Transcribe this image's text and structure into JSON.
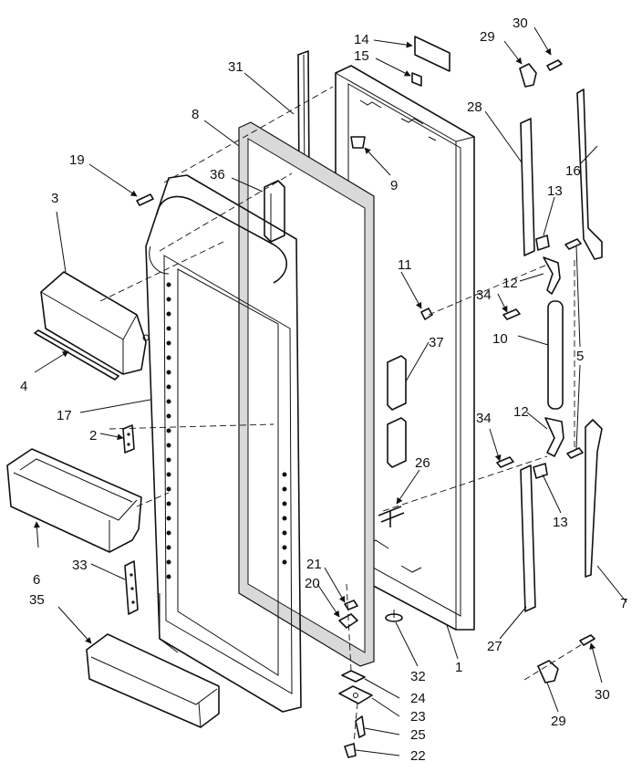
{
  "diagram": {
    "callouts": [
      {
        "id": "c1",
        "text": "1"
      },
      {
        "id": "c2",
        "text": "2"
      },
      {
        "id": "c3",
        "text": "3"
      },
      {
        "id": "c4",
        "text": "4"
      },
      {
        "id": "c5",
        "text": "5"
      },
      {
        "id": "c6",
        "text": "6"
      },
      {
        "id": "c7",
        "text": "7"
      },
      {
        "id": "c8",
        "text": "8"
      },
      {
        "id": "c9",
        "text": "9"
      },
      {
        "id": "c10",
        "text": "10"
      },
      {
        "id": "c11",
        "text": "11"
      },
      {
        "id": "c12a",
        "text": "12"
      },
      {
        "id": "c12b",
        "text": "12"
      },
      {
        "id": "c13a",
        "text": "13"
      },
      {
        "id": "c13b",
        "text": "13"
      },
      {
        "id": "c14",
        "text": "14"
      },
      {
        "id": "c15",
        "text": "15"
      },
      {
        "id": "c16",
        "text": "16"
      },
      {
        "id": "c17",
        "text": "17"
      },
      {
        "id": "c19",
        "text": "19"
      },
      {
        "id": "c20",
        "text": "20"
      },
      {
        "id": "c21",
        "text": "21"
      },
      {
        "id": "c22",
        "text": "22"
      },
      {
        "id": "c23",
        "text": "23"
      },
      {
        "id": "c24",
        "text": "24"
      },
      {
        "id": "c25",
        "text": "25"
      },
      {
        "id": "c26",
        "text": "26"
      },
      {
        "id": "c27",
        "text": "27"
      },
      {
        "id": "c28",
        "text": "28"
      },
      {
        "id": "c29a",
        "text": "29"
      },
      {
        "id": "c29b",
        "text": "29"
      },
      {
        "id": "c30a",
        "text": "30"
      },
      {
        "id": "c30b",
        "text": "30"
      },
      {
        "id": "c31",
        "text": "31"
      },
      {
        "id": "c32",
        "text": "32"
      },
      {
        "id": "c33",
        "text": "33"
      },
      {
        "id": "c34a",
        "text": "34"
      },
      {
        "id": "c34b",
        "text": "34"
      },
      {
        "id": "c35",
        "text": "35"
      },
      {
        "id": "c36",
        "text": "36"
      },
      {
        "id": "c37",
        "text": "37"
      }
    ]
  }
}
